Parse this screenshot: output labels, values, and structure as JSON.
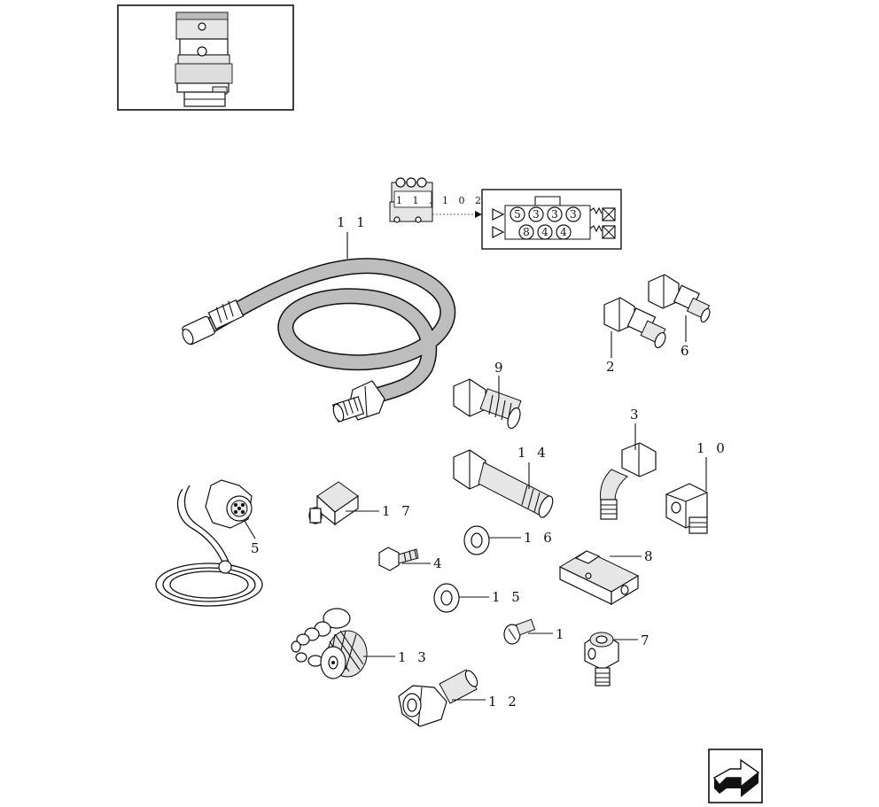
{
  "ref_label": "1 1 . 1 0 2",
  "connector_numbers": {
    "top": [
      "5",
      "3",
      "3",
      "3"
    ],
    "bottom": [
      "8",
      "4",
      "4"
    ]
  },
  "callouts": {
    "c1": "1",
    "c2": "2",
    "c3": "3",
    "c4": "4",
    "c5": "5",
    "c6": "6",
    "c7": "7",
    "c8": "8",
    "c9": "9",
    "c10": "1 0",
    "c11": "1 1",
    "c12": "1 2",
    "c13": "1 3",
    "c14": "1 4",
    "c15": "1 5",
    "c16": "1 6",
    "c17": "1 7"
  },
  "icons": {
    "thumbnail": "valve-block-assembly-thumbnail",
    "next_page": "next-page-arrow-icon"
  }
}
